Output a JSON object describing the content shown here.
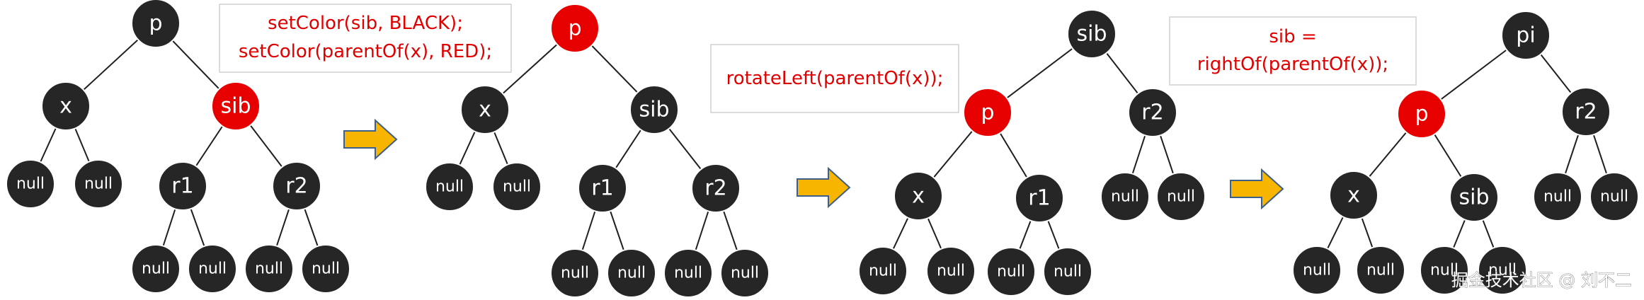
{
  "colors": {
    "black_node": "#262626",
    "red_node": "#e60000",
    "code_text": "#e00000",
    "arrow_fill": "#f7b500",
    "arrow_stroke": "#3e5f8a"
  },
  "panels": [
    {
      "nodes": [
        {
          "id": "p",
          "label": "p",
          "color": "black"
        },
        {
          "id": "x",
          "label": "x",
          "color": "black"
        },
        {
          "id": "sib",
          "label": "sib",
          "color": "red"
        },
        {
          "id": "n1",
          "label": "null",
          "color": "black"
        },
        {
          "id": "n2",
          "label": "null",
          "color": "black"
        },
        {
          "id": "r1",
          "label": "r1",
          "color": "black"
        },
        {
          "id": "r2",
          "label": "r2",
          "color": "black"
        },
        {
          "id": "n3",
          "label": "null",
          "color": "black"
        },
        {
          "id": "n4",
          "label": "null",
          "color": "black"
        },
        {
          "id": "n5",
          "label": "null",
          "color": "black"
        },
        {
          "id": "n6",
          "label": "null",
          "color": "black"
        }
      ],
      "edges": [
        [
          "p",
          "x"
        ],
        [
          "p",
          "sib"
        ],
        [
          "x",
          "n1"
        ],
        [
          "x",
          "n2"
        ],
        [
          "sib",
          "r1"
        ],
        [
          "sib",
          "r2"
        ],
        [
          "r1",
          "n3"
        ],
        [
          "r1",
          "n4"
        ],
        [
          "r2",
          "n5"
        ],
        [
          "r2",
          "n6"
        ]
      ]
    },
    {
      "nodes": [
        {
          "id": "p",
          "label": "p",
          "color": "red"
        },
        {
          "id": "x",
          "label": "x",
          "color": "black"
        },
        {
          "id": "sib",
          "label": "sib",
          "color": "black"
        },
        {
          "id": "n1",
          "label": "null",
          "color": "black"
        },
        {
          "id": "n2",
          "label": "null",
          "color": "black"
        },
        {
          "id": "r1",
          "label": "r1",
          "color": "black"
        },
        {
          "id": "r2",
          "label": "r2",
          "color": "black"
        },
        {
          "id": "n3",
          "label": "null",
          "color": "black"
        },
        {
          "id": "n4",
          "label": "null",
          "color": "black"
        },
        {
          "id": "n5",
          "label": "null",
          "color": "black"
        },
        {
          "id": "n6",
          "label": "null",
          "color": "black"
        }
      ],
      "edges": [
        [
          "p",
          "x"
        ],
        [
          "p",
          "sib"
        ],
        [
          "x",
          "n1"
        ],
        [
          "x",
          "n2"
        ],
        [
          "sib",
          "r1"
        ],
        [
          "sib",
          "r2"
        ],
        [
          "r1",
          "n3"
        ],
        [
          "r1",
          "n4"
        ],
        [
          "r2",
          "n5"
        ],
        [
          "r2",
          "n6"
        ]
      ]
    },
    {
      "nodes": [
        {
          "id": "sib",
          "label": "sib",
          "color": "black"
        },
        {
          "id": "p",
          "label": "p",
          "color": "red"
        },
        {
          "id": "r2",
          "label": "r2",
          "color": "black"
        },
        {
          "id": "x",
          "label": "x",
          "color": "black"
        },
        {
          "id": "r1",
          "label": "r1",
          "color": "black"
        },
        {
          "id": "n5",
          "label": "null",
          "color": "black"
        },
        {
          "id": "n6",
          "label": "null",
          "color": "black"
        },
        {
          "id": "n1",
          "label": "null",
          "color": "black"
        },
        {
          "id": "n2",
          "label": "null",
          "color": "black"
        },
        {
          "id": "n3",
          "label": "null",
          "color": "black"
        },
        {
          "id": "n4",
          "label": "null",
          "color": "black"
        }
      ],
      "edges": [
        [
          "sib",
          "p"
        ],
        [
          "sib",
          "r2"
        ],
        [
          "p",
          "x"
        ],
        [
          "p",
          "r1"
        ],
        [
          "r2",
          "n5"
        ],
        [
          "r2",
          "n6"
        ],
        [
          "x",
          "n1"
        ],
        [
          "x",
          "n2"
        ],
        [
          "r1",
          "n3"
        ],
        [
          "r1",
          "n4"
        ]
      ]
    },
    {
      "nodes": [
        {
          "id": "pi",
          "label": "pi",
          "color": "black"
        },
        {
          "id": "p",
          "label": "p",
          "color": "red"
        },
        {
          "id": "r2",
          "label": "r2",
          "color": "black"
        },
        {
          "id": "x",
          "label": "x",
          "color": "black"
        },
        {
          "id": "sib",
          "label": "sib",
          "color": "black"
        },
        {
          "id": "n5",
          "label": "null",
          "color": "black"
        },
        {
          "id": "n6",
          "label": "null",
          "color": "black"
        },
        {
          "id": "n1",
          "label": "null",
          "color": "black"
        },
        {
          "id": "n2",
          "label": "null",
          "color": "black"
        },
        {
          "id": "n3",
          "label": "null",
          "color": "black"
        },
        {
          "id": "n4",
          "label": "null",
          "color": "black"
        }
      ],
      "edges": [
        [
          "pi",
          "p"
        ],
        [
          "pi",
          "r2"
        ],
        [
          "p",
          "x"
        ],
        [
          "p",
          "sib"
        ],
        [
          "r2",
          "n5"
        ],
        [
          "r2",
          "n6"
        ],
        [
          "x",
          "n1"
        ],
        [
          "x",
          "n2"
        ],
        [
          "sib",
          "n3"
        ],
        [
          "sib",
          "n4"
        ]
      ]
    }
  ],
  "code_boxes": [
    {
      "lines": [
        "setColor(sib, BLACK);",
        "setColor(parentOf(x), RED);"
      ]
    },
    {
      "lines": [
        "rotateLeft(parentOf(x));"
      ]
    },
    {
      "lines": [
        "sib =",
        "rightOf(parentOf(x));"
      ]
    }
  ],
  "arrows": [
    {
      "id": "arrow-1"
    },
    {
      "id": "arrow-2"
    },
    {
      "id": "arrow-3"
    }
  ],
  "watermark": "掘金技术社区 @ 刘不二"
}
